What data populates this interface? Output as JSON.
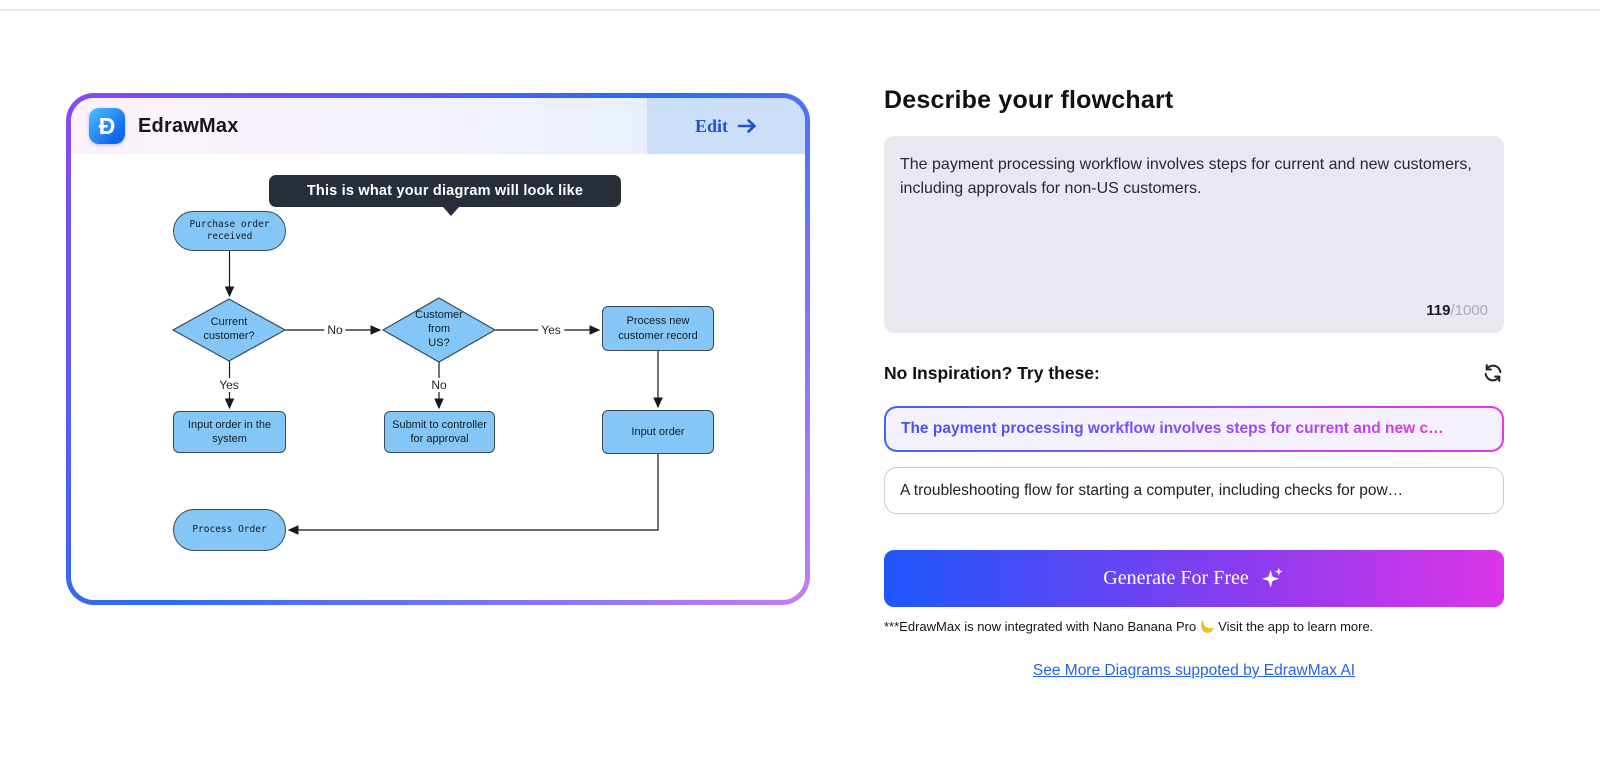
{
  "card": {
    "brand": "EdrawMax",
    "edit_label": "Edit",
    "tooltip": "This is what your diagram will look like",
    "flowchart": {
      "nodes": [
        "Purchase order\nreceived",
        "Current\ncustomer?",
        "Customer\nfrom\nUS?",
        "Process new\ncustomer record",
        "Input order in the\nsystem",
        "Submit to controller\nfor approval",
        "Input order",
        "Process Order"
      ],
      "edge_labels": [
        "Yes",
        "No",
        "Yes",
        "No"
      ],
      "node_fill": "#84c6f5",
      "node_border": "#3a4b57"
    }
  },
  "panel": {
    "title": "Describe your flowchart",
    "textarea": {
      "value": "The payment processing workflow involves steps for current and new customers, including approvals for non-US customers.",
      "count": "119",
      "max": "/1000"
    },
    "inspiration": {
      "label": "No Inspiration? Try these:",
      "suggestions": [
        "The payment processing workflow involves steps for current and new c…",
        "A troubleshooting flow for starting a computer, including checks for pow…"
      ]
    },
    "generate_label": "Generate For Free",
    "note_prefix": "***EdrawMax is now integrated with Nano Banana Pro",
    "note_suffix": "Visit the app to learn more.",
    "link": "See More Diagrams suppoted by EdrawMax AI"
  },
  "icons": {
    "logo": "edrawmax-logo",
    "edit_arrow": "arrow-right",
    "refresh": "refresh-circular-arrows",
    "sparkle": "sparkles",
    "banana": "banana"
  },
  "colors": {
    "accent_blue": "#1e56fc",
    "accent_magenta": "#dc35e7",
    "accent_purple": "#8a49f2",
    "link_blue": "#2563eb",
    "tooltip_bg": "#272e3a"
  }
}
